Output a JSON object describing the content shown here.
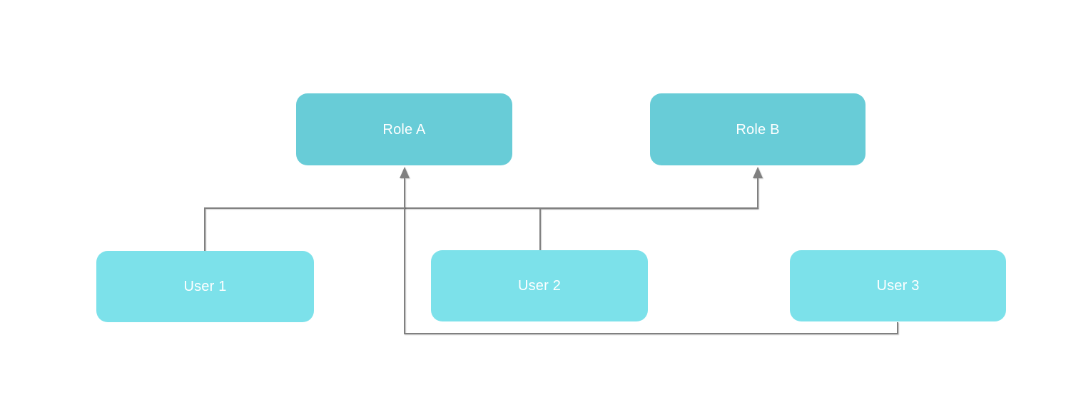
{
  "diagram": {
    "kind": "role-assignment-diagram",
    "nodes": [
      {
        "id": "role-a",
        "label": "Role A",
        "type": "role"
      },
      {
        "id": "role-b",
        "label": "Role B",
        "type": "role"
      },
      {
        "id": "user-1",
        "label": "User 1",
        "type": "user"
      },
      {
        "id": "user-2",
        "label": "User 2",
        "type": "user"
      },
      {
        "id": "user-3",
        "label": "User 3",
        "type": "user"
      }
    ],
    "edges": [
      {
        "from": "User 1",
        "to": "Role B",
        "arrow": "to"
      },
      {
        "from": "User 2",
        "to": "Role B",
        "arrow": "to"
      },
      {
        "from": "User 3",
        "to": "Role A",
        "arrow": "to"
      }
    ],
    "colors": {
      "role_fill": "#68ccd7",
      "user_fill": "#7ce1ea",
      "label_text": "#ffffff",
      "connector": "#808080",
      "background": "#ffffff"
    }
  }
}
